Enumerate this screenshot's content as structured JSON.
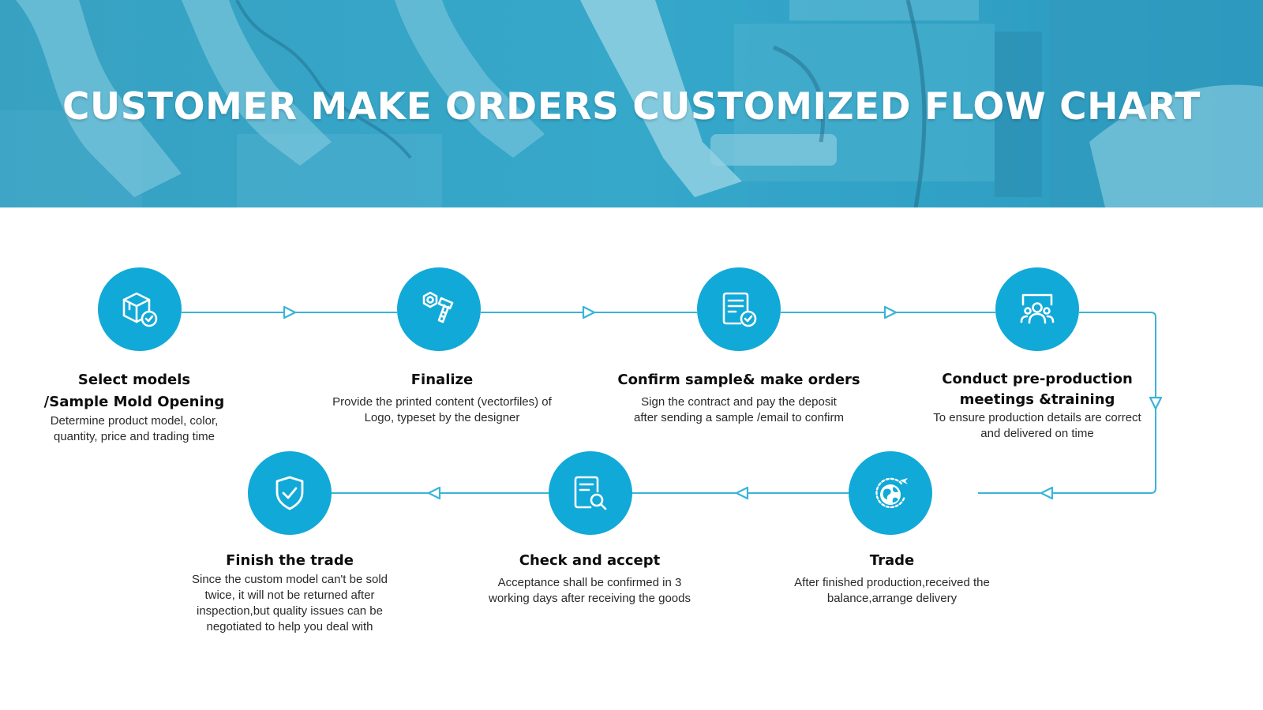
{
  "header": {
    "title": "CUSTOMER MAKE ORDERS CUSTOMIZED FLOW CHART"
  },
  "colors": {
    "accent": "#11a9d8",
    "line": "#3ab4d8",
    "hero_overlay": "#2aa7c9"
  },
  "steps": [
    {
      "icon": "box-check-icon",
      "title_lines": [
        "Select models",
        "/Sample Mold Opening"
      ],
      "desc_lines": [
        "Determine product model, color,",
        "quantity, price and trading time"
      ]
    },
    {
      "icon": "nut-bolt-icon",
      "title_lines": [
        "Finalize"
      ],
      "desc_lines": [
        "Provide the printed content (vectorfiles) of",
        "Logo, typeset by the designer"
      ]
    },
    {
      "icon": "document-check-icon",
      "title_lines": [
        "Confirm sample& make orders"
      ],
      "desc_lines": [
        "Sign the contract and pay the deposit",
        "after sending a sample /email to confirm"
      ]
    },
    {
      "icon": "meeting-people-icon",
      "title_lines": [
        "Conduct pre-production",
        "meetings &training"
      ],
      "desc_lines": [
        "To ensure production details are correct",
        "and delivered on time"
      ]
    },
    {
      "icon": "globe-plane-icon",
      "title_lines": [
        "Trade"
      ],
      "desc_lines": [
        "After finished production,received the",
        "balance,arrange delivery"
      ]
    },
    {
      "icon": "document-search-icon",
      "title_lines": [
        "Check and accept"
      ],
      "desc_lines": [
        "Acceptance shall be confirmed in 3",
        "working days after receiving the goods"
      ]
    },
    {
      "icon": "shield-check-icon",
      "title_lines": [
        "Finish the trade"
      ],
      "desc_lines": [
        "Since the custom model can't be sold",
        "twice, it will not be returned after",
        "inspection,but quality issues can be",
        "negotiated to help you deal with"
      ]
    }
  ]
}
